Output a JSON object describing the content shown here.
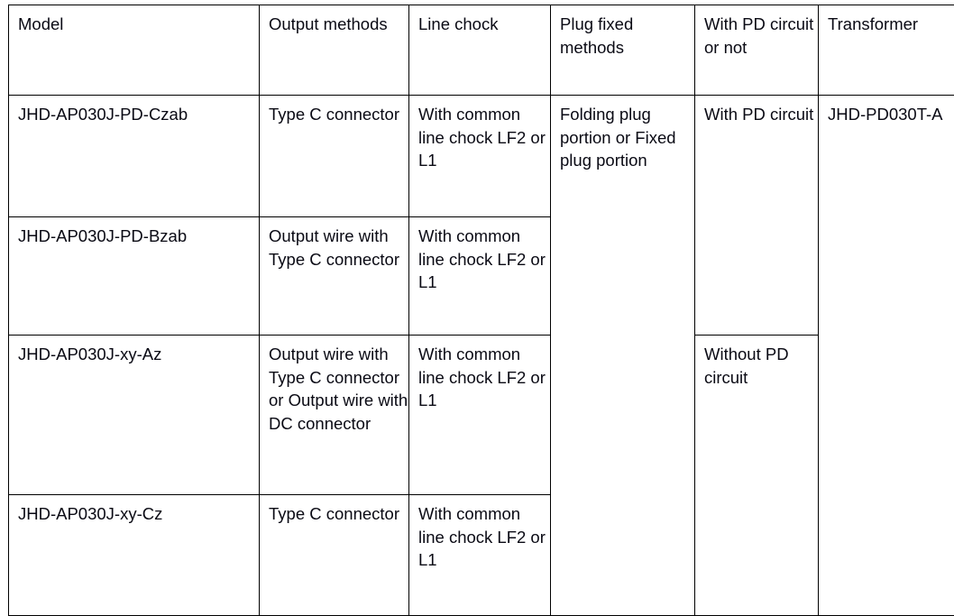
{
  "table": {
    "columns": [
      {
        "key": "model",
        "header": "Model"
      },
      {
        "key": "output_methods",
        "header": "Output methods"
      },
      {
        "key": "line_chock",
        "header": "Line chock"
      },
      {
        "key": "plug_fixed_methods",
        "header": "Plug fixed methods"
      },
      {
        "key": "pd_circuit",
        "header": "With PD circuit or not"
      },
      {
        "key": "transformer",
        "header": "Transformer"
      }
    ],
    "rows": [
      {
        "model": "JHD-AP030J-PD-Czab",
        "output_methods": "Type C connector",
        "line_chock": "With common line chock LF2 or L1",
        "plug_fixed_methods": "Folding plug portion or Fixed plug portion",
        "pd_circuit": "With PD circuit",
        "transformer": "JHD-PD030T-A"
      },
      {
        "model": "JHD-AP030J-PD-Bzab",
        "output_methods": "Output wire with Type C connector",
        "line_chock": "With common line chock LF2 or L1"
      },
      {
        "model": "JHD-AP030J-xy-Az",
        "output_methods": "Output wire with Type C connector or Output wire with DC connector",
        "line_chock": "With common line chock LF2 or L1",
        "pd_circuit": "Without PD circuit"
      },
      {
        "model": "JHD-AP030J-xy-Cz",
        "output_methods": "Type C connector",
        "line_chock": "With common line chock LF2 or L1"
      }
    ]
  },
  "colors": {
    "text": "#0a0a14",
    "border": "#000000",
    "background": "#ffffff"
  }
}
